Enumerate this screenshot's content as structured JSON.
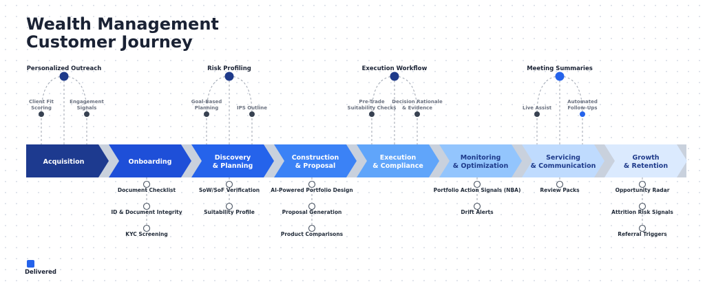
{
  "title": {
    "line1": "Wealth Management",
    "line2": "Customer Journey"
  },
  "colors": {
    "phase_fills": [
      "#1d3a8f",
      "#1e4fd8",
      "#2563eb",
      "#3b82f6",
      "#60a5fa",
      "#93c5fd",
      "#bfdbfe",
      "#dbeafe"
    ],
    "phase_text": [
      "#ffffff",
      "#ffffff",
      "#ffffff",
      "#ffffff",
      "#ffffff",
      "#1e3a8a",
      "#1e3a8a",
      "#1e3a8a"
    ],
    "delivered": "#2563eb",
    "hub_dark": "#1e3a8a",
    "node_dark": "#374151",
    "connector": "#9ca3af"
  },
  "phases": [
    {
      "lines": [
        "Acquisition"
      ]
    },
    {
      "lines": [
        "Onboarding"
      ]
    },
    {
      "lines": [
        "Discovery",
        "& Planning"
      ]
    },
    {
      "lines": [
        "Construction",
        "& Proposal"
      ]
    },
    {
      "lines": [
        "Execution",
        "& Compliance"
      ]
    },
    {
      "lines": [
        "Monitoring",
        "& Optimization"
      ]
    },
    {
      "lines": [
        "Servicing",
        "& Communication"
      ]
    },
    {
      "lines": [
        "Growth",
        "& Retention"
      ]
    }
  ],
  "top_groups": [
    {
      "title": "Personalized Outreach",
      "phase": 0,
      "hub_delivered": false,
      "children": [
        {
          "lines": [
            "Client Fit",
            "Scoring"
          ],
          "delivered": false
        },
        {
          "lines": [
            "Engagement",
            "Signals"
          ],
          "delivered": false
        }
      ]
    },
    {
      "title": "Risk Profiling",
      "phase": 2,
      "hub_delivered": false,
      "children": [
        {
          "lines": [
            "Goal-Based",
            "Planning"
          ],
          "delivered": false
        },
        {
          "lines": [
            "IPS Outline"
          ],
          "delivered": false
        }
      ]
    },
    {
      "title": "Execution Workflow",
      "phase": 4,
      "hub_delivered": false,
      "children": [
        {
          "lines": [
            "Pre-Trade",
            "Suitability Checks"
          ],
          "delivered": false
        },
        {
          "lines": [
            "Decision Rationale",
            "& Evidence"
          ],
          "delivered": false
        }
      ]
    },
    {
      "title": "Meeting Summaries",
      "phase": 6,
      "hub_delivered": true,
      "children": [
        {
          "lines": [
            "Live Assist"
          ],
          "delivered": false
        },
        {
          "lines": [
            "Automated",
            "Follow-Ups"
          ],
          "delivered": true
        }
      ]
    }
  ],
  "bottom_groups": [
    {
      "phase": 1,
      "items": [
        "Document Checklist",
        "ID & Document Integrity",
        "KYC Screening"
      ]
    },
    {
      "phase": 2,
      "items": [
        "SoW/SoF Verification",
        "Suitability Profile"
      ]
    },
    {
      "phase": 3,
      "items": [
        "AI-Powered Portfolio Design",
        "Proposal Generation",
        "Product Comparisons"
      ]
    },
    {
      "phase": 5,
      "items": [
        "Portfolio Action Signals (NBA)",
        "Drift Alerts"
      ]
    },
    {
      "phase": 6,
      "items": [
        "Review Packs"
      ]
    },
    {
      "phase": 7,
      "items": [
        "Opportunity Radar",
        "Attrition Risk Signals",
        "Referral Triggers"
      ]
    }
  ],
  "legend": {
    "label": "Delivered"
  }
}
